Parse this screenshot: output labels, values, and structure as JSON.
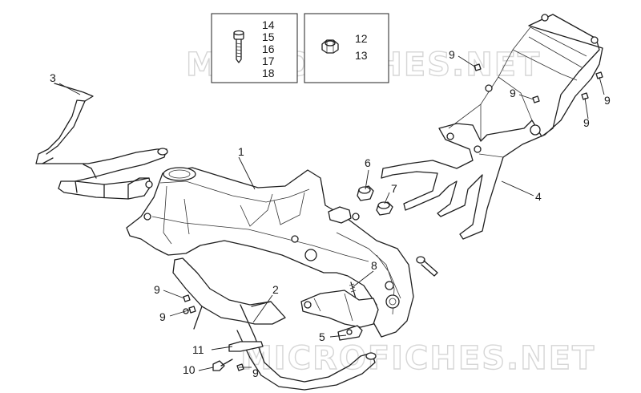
{
  "watermarks": [
    "MICROFICHES.NET",
    "MICROFICHES.NET"
  ],
  "insets": [
    {
      "name": "bolt-kit",
      "labels": [
        "14",
        "15",
        "16",
        "17",
        "18"
      ]
    },
    {
      "name": "nut-kit",
      "labels": [
        "12",
        "13"
      ]
    }
  ],
  "callouts": [
    "1",
    "2",
    "3",
    "4",
    "5",
    "6",
    "7",
    "8",
    "9",
    "9",
    "9",
    "9",
    "9",
    "9",
    "9",
    "10",
    "11"
  ]
}
